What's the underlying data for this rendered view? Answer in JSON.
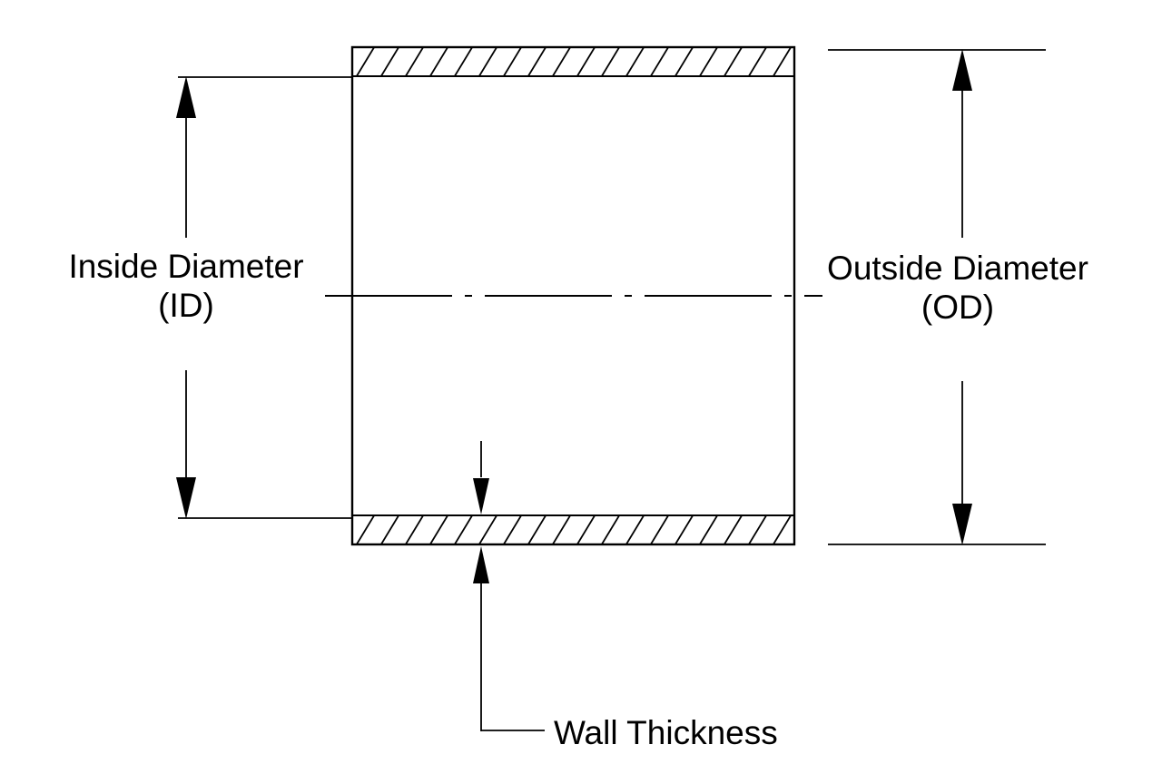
{
  "diagram": {
    "title_semantic": "tube-cross-section-dimension-diagram",
    "labels": {
      "inside_diameter_line1": "Inside Diameter",
      "inside_diameter_line2": "(ID)",
      "outside_diameter_line1": "Outside Diameter",
      "outside_diameter_line2": "(OD)",
      "wall_thickness": "Wall Thickness"
    },
    "colors": {
      "line": "#000000",
      "background": "#ffffff"
    }
  }
}
